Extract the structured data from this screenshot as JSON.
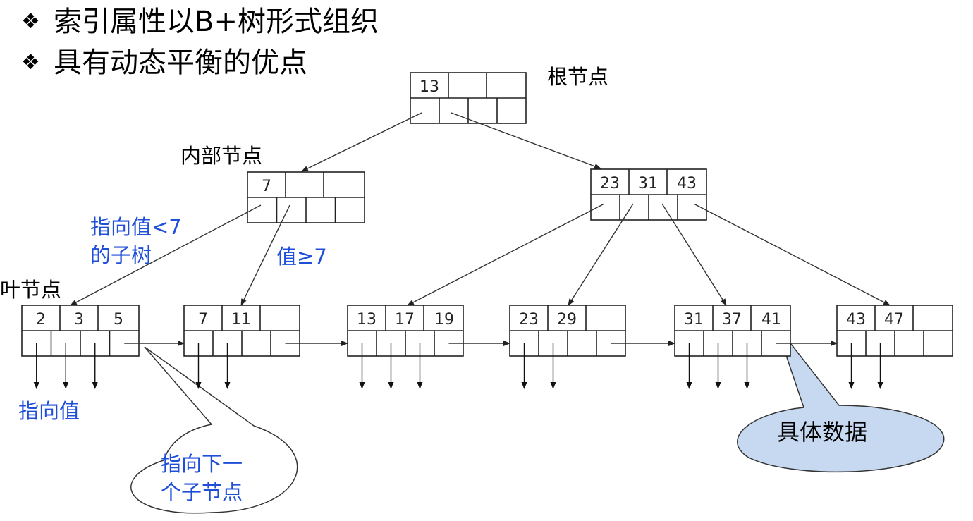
{
  "bullets": [
    {
      "mark": "❖",
      "text": "索引属性以B+树形式组织"
    },
    {
      "mark": "❖",
      "text": "具有动态平衡的优点"
    }
  ],
  "labels": {
    "root": "根节点",
    "internal": "内部节点",
    "leaf": "叶节点",
    "less7_line1": "指向值<7",
    "less7_line2": "的子树",
    "ge7": "值≥7",
    "points_value": "指向值",
    "next_line1": "指向下一",
    "next_line2": "个子节点",
    "data": "具体数据"
  },
  "nodes": {
    "root": [
      "13",
      "",
      ""
    ],
    "internal_left": [
      "7",
      "",
      ""
    ],
    "internal_right": [
      "23",
      "31",
      "43"
    ],
    "leaves": [
      [
        "2",
        "3",
        "5"
      ],
      [
        "7",
        "11",
        ""
      ],
      [
        "13",
        "17",
        "19"
      ],
      [
        "23",
        "29",
        ""
      ],
      [
        "31",
        "37",
        "41"
      ],
      [
        "43",
        "47",
        ""
      ]
    ]
  },
  "colors": {
    "blue_text": "#1f4fd9",
    "bubble_fill": "#c6d9f1",
    "line": "#333333"
  }
}
